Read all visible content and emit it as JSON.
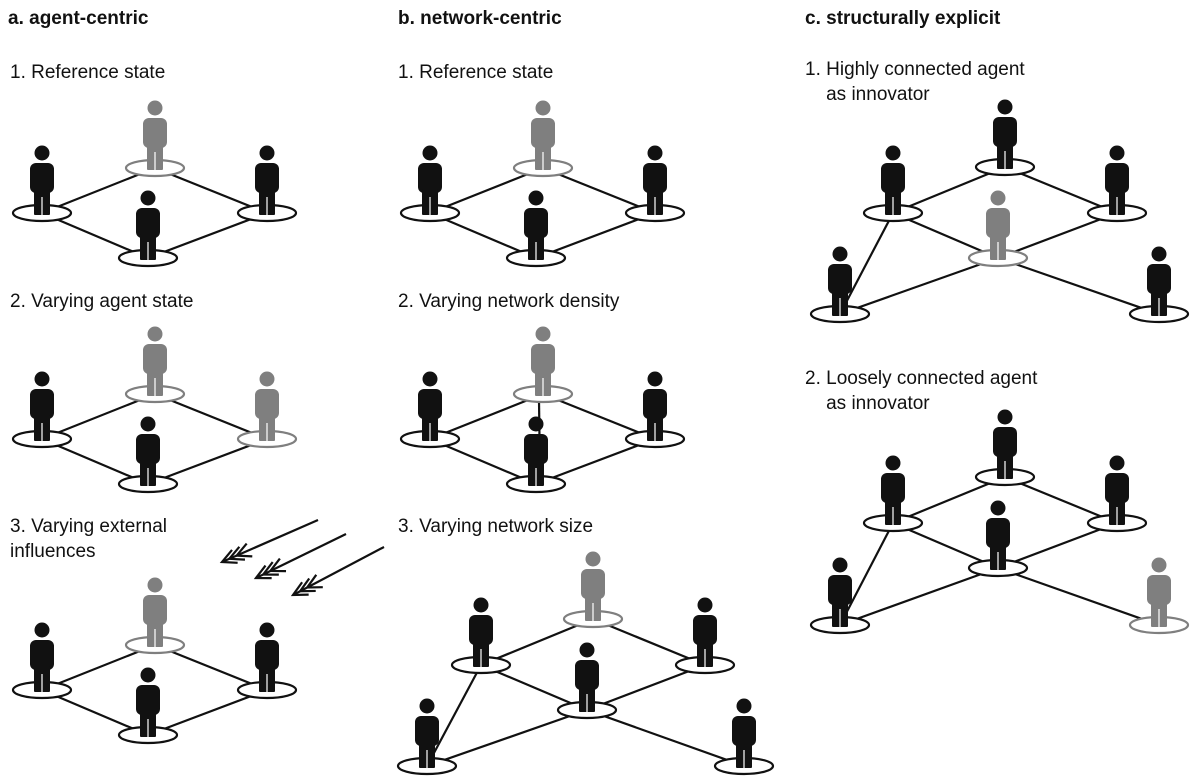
{
  "columns": {
    "a": {
      "title": "a. agent-centric",
      "panels": [
        {
          "label": "1. Reference state"
        },
        {
          "label": "2. Varying agent state"
        },
        {
          "label": "3. Varying external\ninfluences"
        }
      ]
    },
    "b": {
      "title": "b. network-centric",
      "panels": [
        {
          "label": "1. Reference state"
        },
        {
          "label": "2. Varying network density"
        },
        {
          "label": "3. Varying network size"
        }
      ]
    },
    "c": {
      "title": "c. structurally explicit",
      "panels": [
        {
          "label": "1. Highly connected agent\n    as innovator"
        },
        {
          "label": "2. Loosely connected agent\n    as innovator"
        }
      ]
    }
  },
  "colors": {
    "agent": "#111111",
    "innovator": "#7f7f7f",
    "edge": "#111111"
  }
}
